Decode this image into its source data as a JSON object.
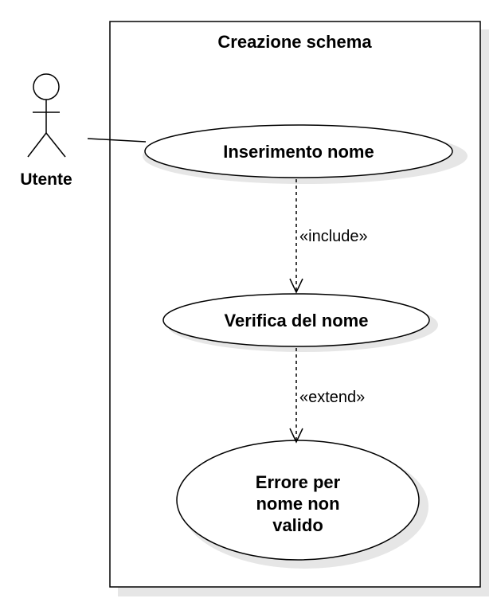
{
  "diagram": {
    "system": {
      "title": "Creazione schema"
    },
    "actor": {
      "name": "Utente"
    },
    "use_cases": [
      {
        "id": "uc1",
        "lines": [
          "Inserimento nome"
        ]
      },
      {
        "id": "uc2",
        "lines": [
          "Verifica del nome"
        ]
      },
      {
        "id": "uc3",
        "lines": [
          "Errore per",
          "nome non",
          "valido"
        ]
      }
    ],
    "relations": [
      {
        "from": "uc1",
        "to": "uc2",
        "stereotype": "«include»"
      },
      {
        "from": "uc2",
        "to": "uc3",
        "stereotype": "«extend»"
      }
    ],
    "colors": {
      "line": "#000000",
      "shadow": "#d9d9d9",
      "fill": "#ffffff"
    }
  }
}
